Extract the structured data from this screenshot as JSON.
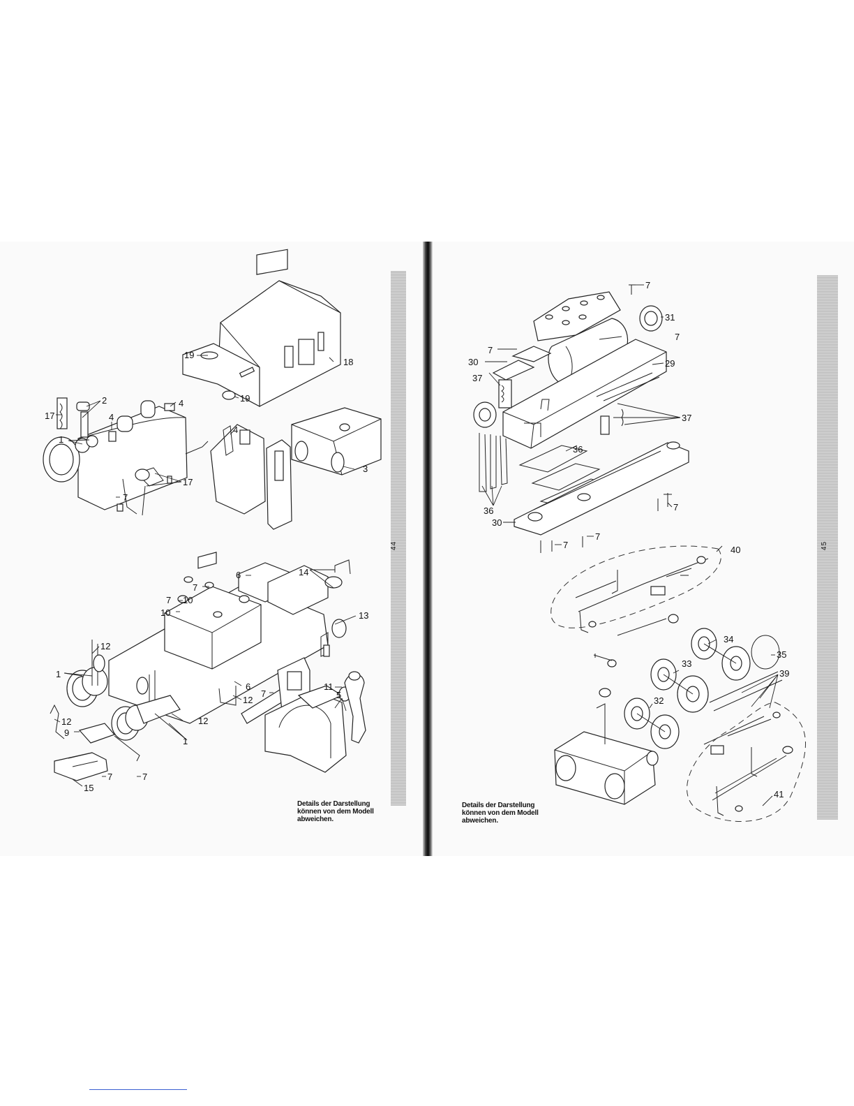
{
  "pages": {
    "left": {
      "page_number": "44",
      "note": [
        "Details der Darstellung",
        "können von dem Modell",
        "abweichen."
      ],
      "labels": {
        "a1": "19",
        "a2": "18",
        "a3": "19",
        "a4": "2",
        "a5": "17",
        "a6": "4",
        "a7": "4",
        "a8": "1",
        "a9": "4",
        "a10": "3",
        "a11": "17",
        "a12": "7",
        "b1": "6",
        "b2": "14",
        "b3": "7",
        "b4": "7",
        "b5": "10",
        "b6": "10",
        "b7": "13",
        "b8": "12",
        "b9": "1",
        "b10": "6",
        "b11": "12",
        "b12": "7",
        "b13": "11",
        "b14": "5",
        "b15": "12",
        "b16": "9",
        "b17": "12",
        "b18": "1",
        "b19": "7",
        "b20": "7",
        "b21": "15"
      }
    },
    "right": {
      "page_number": "45",
      "note": [
        "Details der Darstellung",
        "können von dem Modell",
        "abweichen."
      ],
      "labels": {
        "c1": "7",
        "c2": "31",
        "c3": "7",
        "c4": "7",
        "c5": "30",
        "c6": "29",
        "c7": "37",
        "c8": "37",
        "c9": "36",
        "c10": "36",
        "c11": "7",
        "c12": "30",
        "c13": "7",
        "c14": "7",
        "d1": "40",
        "d2": "34",
        "d3": "35",
        "d4": "33",
        "d5": "39",
        "d6": "32",
        "d7": "41"
      }
    }
  }
}
